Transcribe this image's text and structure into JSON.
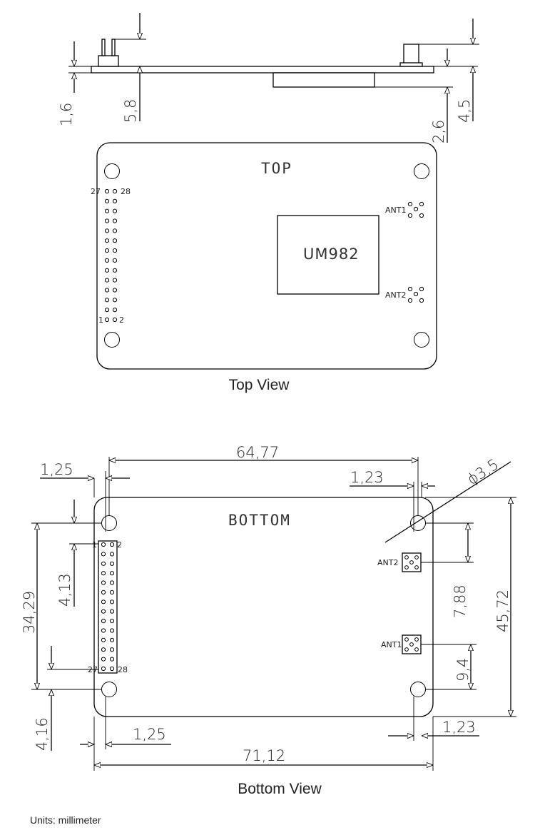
{
  "side_view": {
    "dims": {
      "pcb_thickness": "1,6",
      "header_height": "5,8",
      "bottom_component": "2,6",
      "antenna_height": "4,5"
    }
  },
  "top_view": {
    "board_label": "TOP",
    "chip_label": "UM982",
    "ant1_label": "ANT1",
    "ant2_label": "ANT2",
    "pin_27": "27",
    "pin_28": "28",
    "pin_1": "1",
    "pin_2": "2",
    "caption": "Top View"
  },
  "bottom_view": {
    "board_label": "BOTTOM",
    "ant1_label": "ANT1",
    "ant2_label": "ANT2",
    "pin_1": "1",
    "pin_2": "2",
    "pin_27": "27",
    "pin_28": "28",
    "dims": {
      "hole_pitch_x": "64,77",
      "hole_offset_left_top": "1,25",
      "hole_offset_right_top": "1,23",
      "hole_diameter": "ϕ3,5",
      "hole_pitch_y": "34,29",
      "header_offset_top": "4,13",
      "header_offset_bottom": "4,16",
      "ant2_offset": "7,88",
      "board_height": "45,72",
      "ant1_offset": "9,4",
      "hole_offset_left_bottom": "1,25",
      "hole_offset_right_bottom": "1,23",
      "board_width": "71,12"
    },
    "caption": "Bottom View"
  },
  "units_note": "Units: millimeter"
}
